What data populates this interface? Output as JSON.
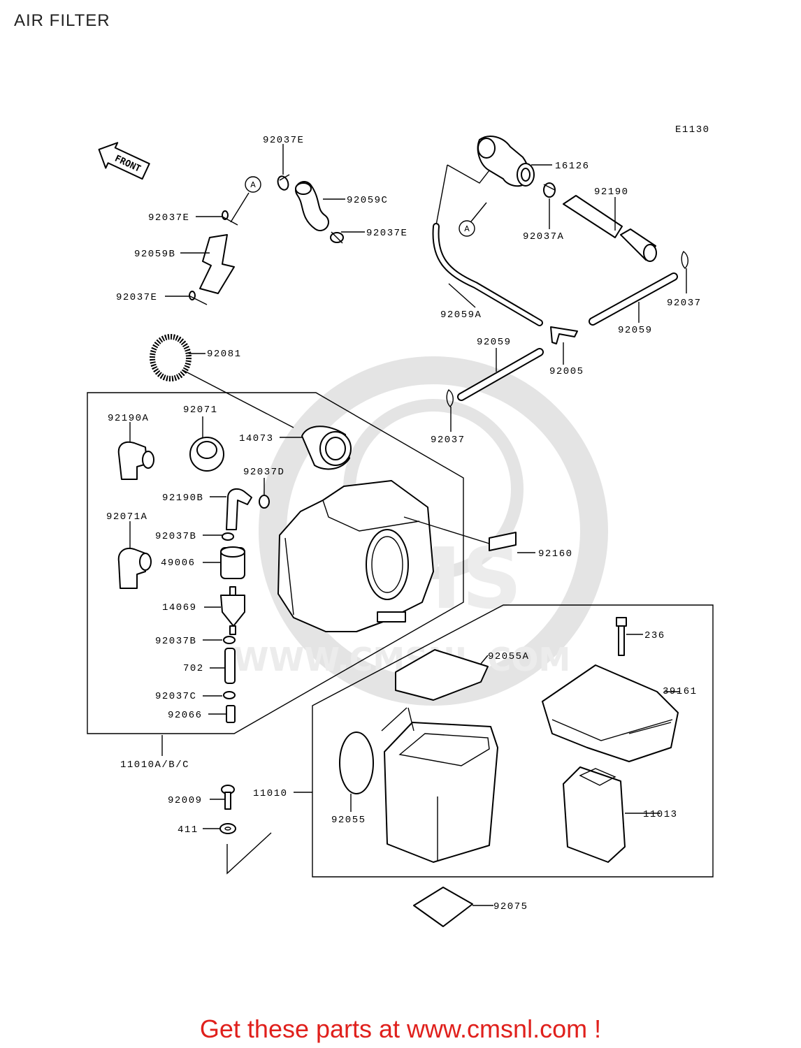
{
  "page": {
    "title": "AIR FILTER",
    "footer": "Get these parts at www.cmsnl.com !",
    "footer_color": "#e0201c"
  },
  "diagram": {
    "ref_code": "E1130",
    "direction_label": "FRONT",
    "connection_marker": "A",
    "watermark": {
      "logo_text": "CMS",
      "url_text": "WWW.CMSNL.COM"
    },
    "callouts": [
      "92037E",
      "92059C",
      "92037E",
      "92037E",
      "92059B",
      "92037E",
      "16126",
      "92190",
      "92037A",
      "92059A",
      "92037",
      "92059",
      "92059",
      "92005",
      "92037",
      "92081",
      "92190A",
      "92071",
      "14073",
      "92037D",
      "92190B",
      "92071A",
      "92037B",
      "49006",
      "92160",
      "14069",
      "92037B",
      "702",
      "92037C",
      "92066",
      "92055A",
      "236",
      "39161",
      "11010A/B/C",
      "92009",
      "11010",
      "92055",
      "11013",
      "411",
      "92075"
    ]
  }
}
